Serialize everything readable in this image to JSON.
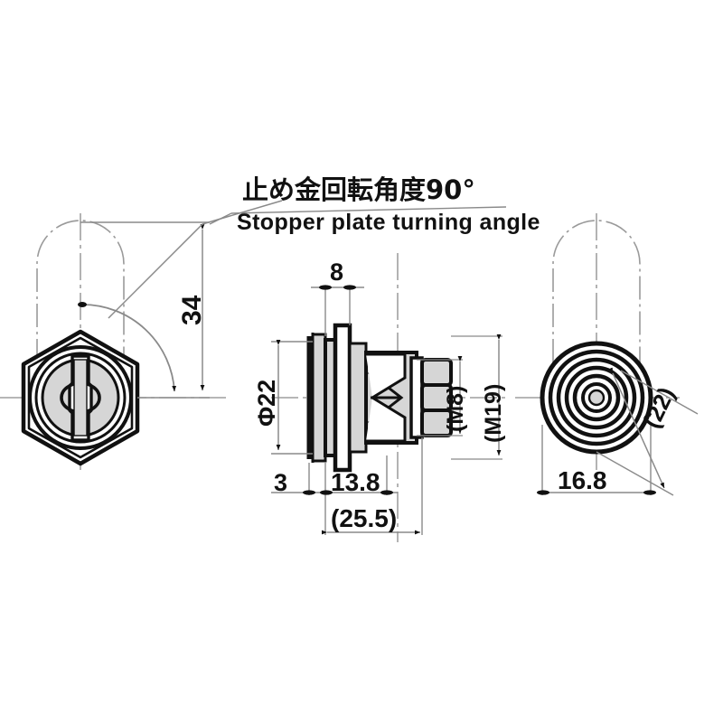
{
  "drawing": {
    "title_jp": "止め金回転角度90°",
    "title_en": "Stopper plate turning angle",
    "background_color": "#ffffff",
    "line_color": "#111111",
    "thin_line_color": "#7a7a7a",
    "fill_gray": "#d6d6d6"
  },
  "views": {
    "front": {
      "name": "front-view",
      "description": "hexagonal lock face with keyway"
    },
    "section": {
      "name": "section-view",
      "description": "side section of cam lock body"
    },
    "rear": {
      "name": "rear-view",
      "description": "concentric rings rear nut view"
    }
  },
  "dimensions": {
    "d_34": "34",
    "d_8": "8",
    "d_phi22": "Φ22",
    "d_3": "3",
    "d_13_8": "13.8",
    "d_25_5": "(25.5)",
    "d_m8": "(M8)",
    "d_m19": "(M19)",
    "d_16_8": "16.8",
    "d_22": "(22)"
  }
}
